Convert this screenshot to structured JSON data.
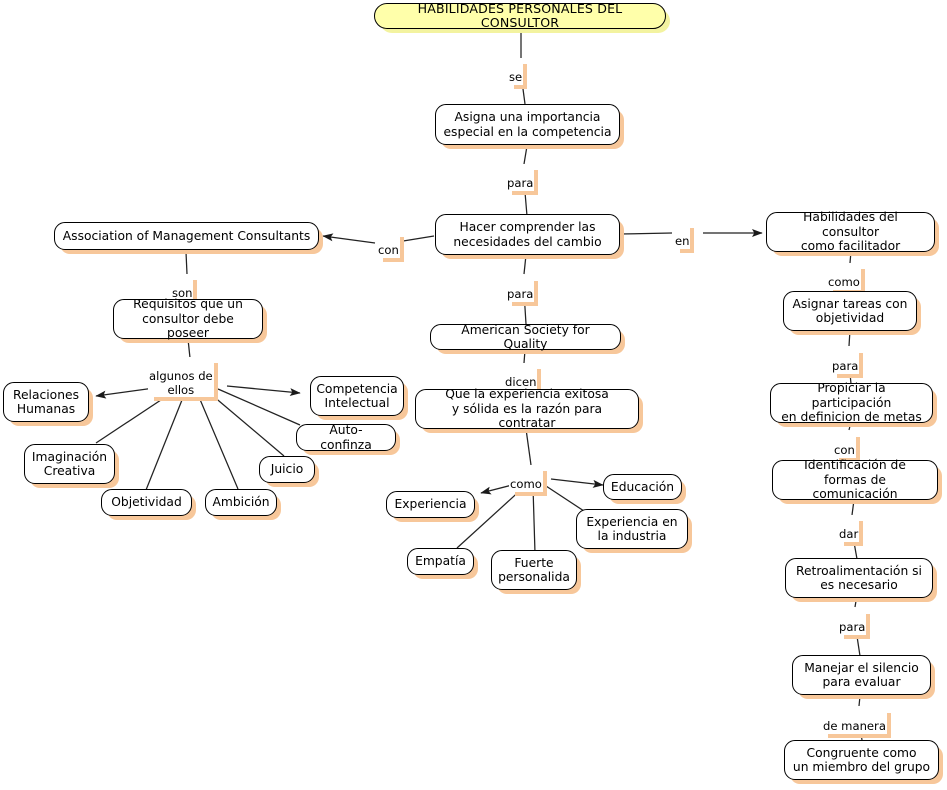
{
  "map": {
    "background": "#ffffff",
    "node_fill": "#ffffff",
    "node_border": "#000000",
    "node_shadow": "#f7c79a",
    "title_fill": "#ffffaa",
    "title_shadow": "#f3f3a0",
    "edge_color": "#222222"
  },
  "title": {
    "text": "HABILIDADES PERSONALES DEL CONSULTOR"
  },
  "nodes": [
    {
      "id": "asigna_importancia",
      "text": "Asigna una importancia\nespecial en la competencia"
    },
    {
      "id": "hacer_comprender",
      "text": "Hacer comprender las\nnecesidades del cambio"
    },
    {
      "id": "amc",
      "text": "Association of Management Consultants"
    },
    {
      "id": "requisitos",
      "text": "Requisitos que un\nconsultor debe poseer"
    },
    {
      "id": "relaciones_humanas",
      "text": "Relaciones\nHumanas"
    },
    {
      "id": "imaginacion_creativa",
      "text": "Imaginación\nCreativa"
    },
    {
      "id": "objetividad",
      "text": "Objetividad"
    },
    {
      "id": "ambicion",
      "text": "Ambición"
    },
    {
      "id": "juicio",
      "text": "Juicio"
    },
    {
      "id": "auto_confinza",
      "text": "Auto-confinza"
    },
    {
      "id": "competencia_intelectual",
      "text": "Competencia\nIntelectual"
    },
    {
      "id": "asq",
      "text": "American Society for Quality"
    },
    {
      "id": "experiencia_exitosa",
      "text": "Que la experiencia exitosa\ny sólida es la razón para contratar"
    },
    {
      "id": "experiencia",
      "text": "Experiencia"
    },
    {
      "id": "empatia",
      "text": "Empatía"
    },
    {
      "id": "fuerte_personalida",
      "text": "Fuerte\npersonalida"
    },
    {
      "id": "experiencia_industria",
      "text": "Experiencia en\nla industria"
    },
    {
      "id": "educacion",
      "text": "Educación"
    },
    {
      "id": "habilidades_facilitador",
      "text": "Habilidades del consultor\ncomo facilitador"
    },
    {
      "id": "asignar_tareas",
      "text": "Asignar tareas con\nobjetividad"
    },
    {
      "id": "propiciar_participacion",
      "text": "Propiciar la participación\nen definicion de metas"
    },
    {
      "id": "identificacion_comunicacion",
      "text": "Identificación de\nformas de comunicación"
    },
    {
      "id": "retroalimentacion",
      "text": "Retroalimentación si\nes necesario"
    },
    {
      "id": "manejar_silencio",
      "text": "Manejar el silencio\npara evaluar"
    },
    {
      "id": "congruente",
      "text": "Congruente como\nun miembro del grupo"
    }
  ],
  "link_labels": [
    {
      "id": "se",
      "text": "se"
    },
    {
      "id": "para1",
      "text": "para"
    },
    {
      "id": "con",
      "text": "con"
    },
    {
      "id": "en",
      "text": "en"
    },
    {
      "id": "para2",
      "text": "para"
    },
    {
      "id": "son",
      "text": "son"
    },
    {
      "id": "algunos",
      "text": "algunos de\nellos"
    },
    {
      "id": "dicen",
      "text": "dicen"
    },
    {
      "id": "como1",
      "text": "como"
    },
    {
      "id": "como2",
      "text": "como"
    },
    {
      "id": "para3",
      "text": "para"
    },
    {
      "id": "con2",
      "text": "con"
    },
    {
      "id": "dar",
      "text": "dar"
    },
    {
      "id": "para4",
      "text": "para"
    },
    {
      "id": "de_manera",
      "text": "de manera"
    }
  ]
}
